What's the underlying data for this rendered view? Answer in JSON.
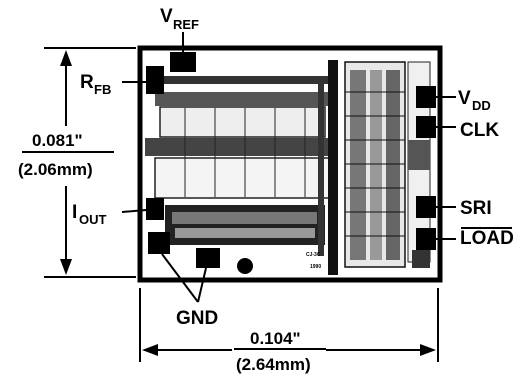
{
  "pins": {
    "vref": {
      "main": "V",
      "sub": "REF"
    },
    "rfb": {
      "main": "R",
      "sub": "FB"
    },
    "iout": {
      "main": "I",
      "sub": "OUT"
    },
    "gnd": "GND",
    "vdd": {
      "main": "V",
      "sub": "DD"
    },
    "clk": "CLK",
    "sri": "SRI",
    "load": "LOAD"
  },
  "dimensions": {
    "height_in": "0.081\"",
    "height_mm": "(2.06mm)",
    "width_in": "0.104\"",
    "width_mm": "(2.64mm)"
  },
  "die_markings": {
    "line1": "CJ-3C",
    "line2": "1990"
  }
}
